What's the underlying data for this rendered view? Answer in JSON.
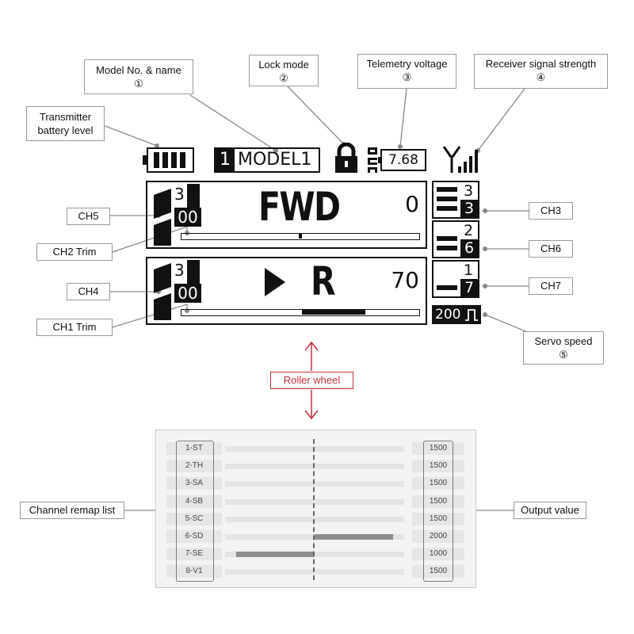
{
  "callouts": {
    "model": {
      "label": "Model No. & name",
      "num": "①"
    },
    "lock": {
      "label": "Lock mode",
      "num": "②"
    },
    "telemetry": {
      "label": "Telemetry voltage",
      "num": "③"
    },
    "receiver": {
      "label": "Receiver signal strength",
      "num": "④"
    },
    "tx_battery": {
      "line1": "Transmitter",
      "line2": "battery level"
    },
    "ch5": "CH5",
    "ch2_trim": "CH2 Trim",
    "ch4": "CH4",
    "ch1_trim": "CH1 Trim",
    "ch3": "CH3",
    "ch6": "CH6",
    "ch7": "CH7",
    "servo_speed": {
      "label": "Servo speed",
      "num": "⑤"
    },
    "roller": "Roller wheel",
    "remap_list": "Channel remap list",
    "output_value": "Output value"
  },
  "status_bar": {
    "model_number": "1",
    "model_name": "MODEL1",
    "voltage": "7.68",
    "battery_bars": 4
  },
  "steering_panel": {
    "channel_value": "3",
    "trim_value": "00",
    "mode_text": "FWD",
    "value": "0",
    "trim_position": 0.5
  },
  "throttle_panel": {
    "channel_value": "3",
    "trim_value": "00",
    "mode_text": "R",
    "value": "70"
  },
  "right_channels": [
    {
      "top": "3",
      "bottom": "3"
    },
    {
      "top": "2",
      "bottom": "6"
    },
    {
      "top": "1",
      "bottom": "7"
    }
  ],
  "servo_speed_value": "200",
  "remap": [
    {
      "label": "1-ST",
      "value": "1500",
      "output": 1500
    },
    {
      "label": "2-TH",
      "value": "1500",
      "output": 1500
    },
    {
      "label": "3-SA",
      "value": "1500",
      "output": 1500
    },
    {
      "label": "4-SB",
      "value": "1500",
      "output": 1500
    },
    {
      "label": "5-SC",
      "value": "1500",
      "output": 1500
    },
    {
      "label": "6-SD",
      "value": "2000",
      "output": 2000
    },
    {
      "label": "7-SE",
      "value": "1000",
      "output": 1000
    },
    {
      "label": "8-V1",
      "value": "1500",
      "output": 1500
    }
  ],
  "colors": {
    "lcd_black": "#111111",
    "roller_red": "#c0313b",
    "leader": "#8a8a8a"
  }
}
